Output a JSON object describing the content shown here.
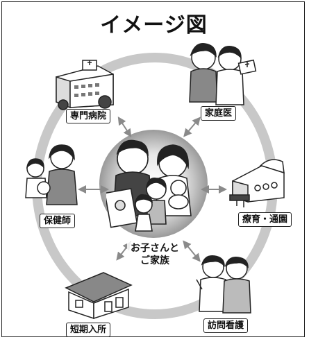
{
  "title": "イメージ図",
  "center": {
    "label_line1": "お子さんと",
    "label_line2": "ご家族"
  },
  "nodes": [
    {
      "id": "hospital",
      "label": "専門病院",
      "icon": "hospital-icon"
    },
    {
      "id": "family_doctor",
      "label": "家庭医",
      "icon": "doctor-icon"
    },
    {
      "id": "therapy",
      "label": "療育・通園",
      "icon": "school-building-icon"
    },
    {
      "id": "visiting_nurse",
      "label": "訪問看護",
      "icon": "nurses-icon"
    },
    {
      "id": "respite",
      "label": "短期入所",
      "icon": "house-icon"
    },
    {
      "id": "health_nurse",
      "label": "保健師",
      "icon": "health-nurse-icon"
    }
  ],
  "colors": {
    "ring": "#c8c8c8",
    "arrow": "#8a8a8a",
    "center_glow": "#9a9a9a"
  }
}
